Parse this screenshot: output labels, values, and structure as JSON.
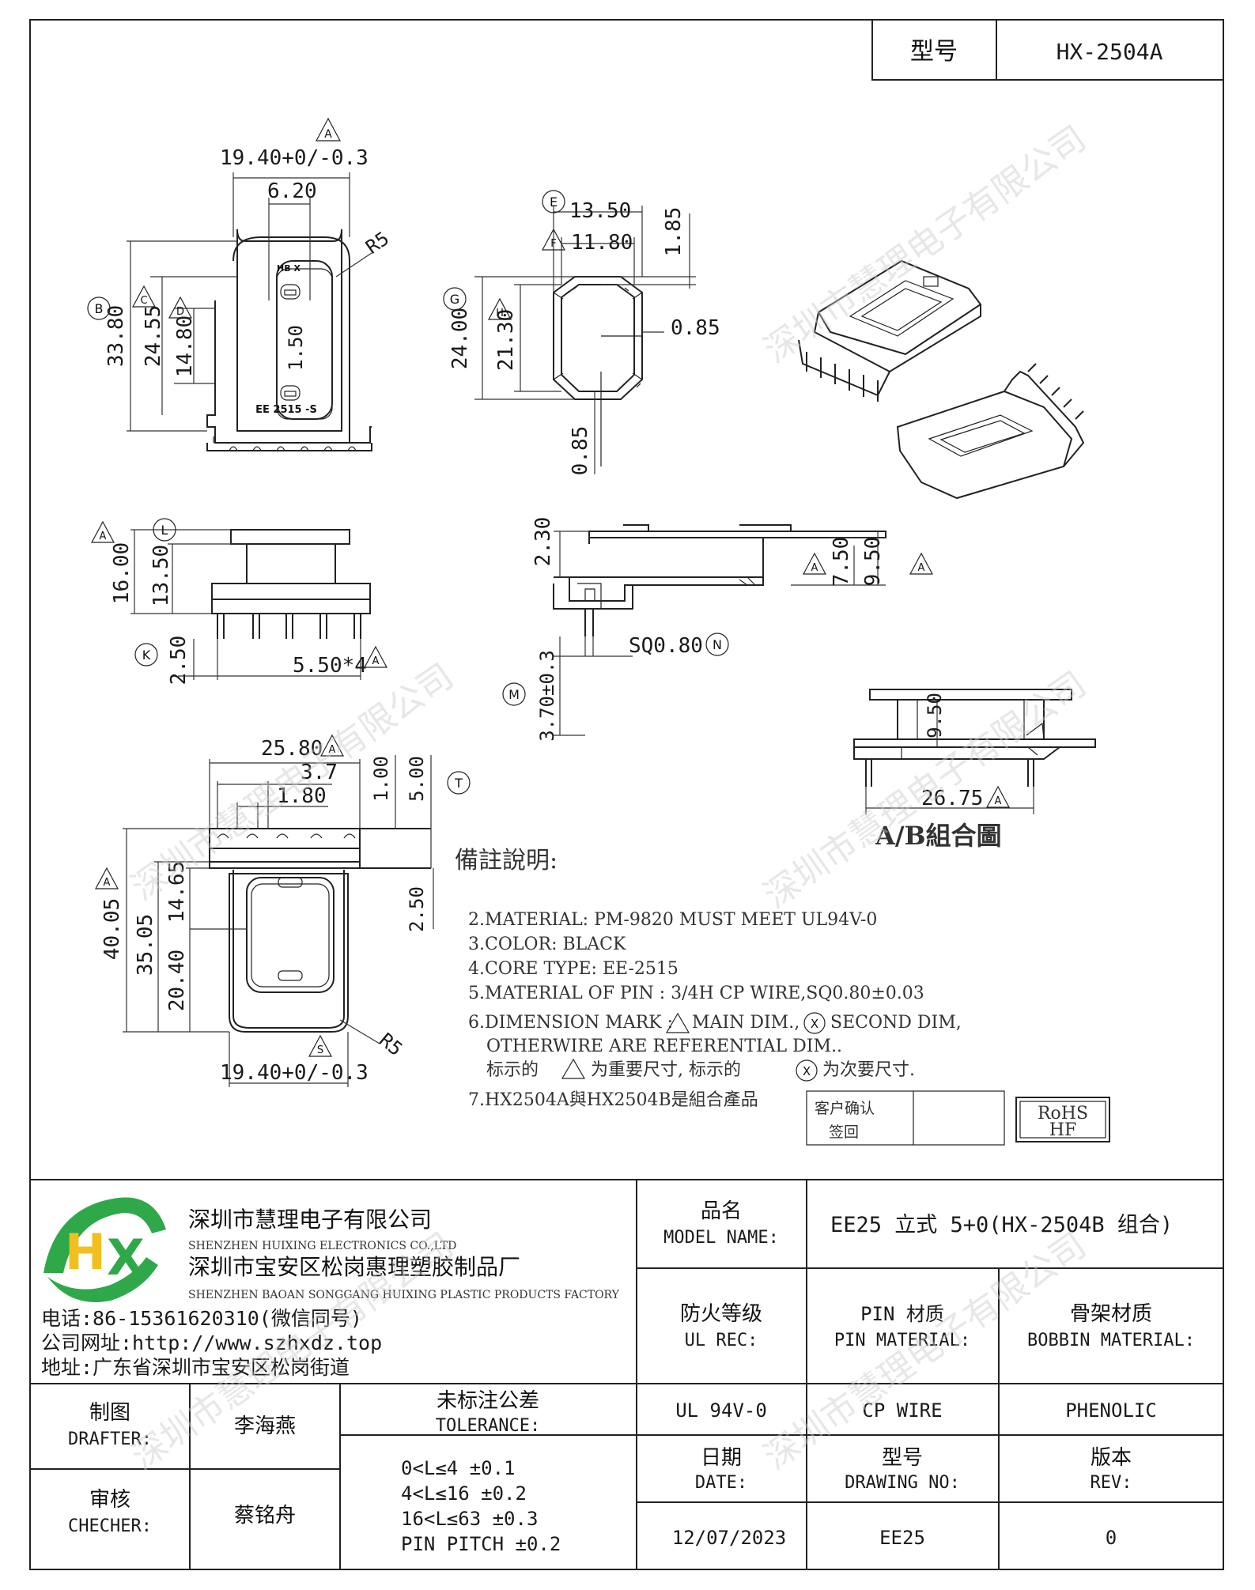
{
  "header": {
    "model_label": "型号",
    "model_value": "HX-2504A"
  },
  "dimensions": {
    "top_width": "19.40+0/-0.3",
    "top_inner": "6.20",
    "radius_top": "R5",
    "height_total": "33.80",
    "height_b": "24.55",
    "height_c": "14.80",
    "slot": "1.50",
    "marking_top": "HB X",
    "marking_bottom": "EE 2515 -S",
    "win_outer_w": "13.50",
    "win_inner_w": "11.80",
    "win_wall": "1.85",
    "win_outer_h": "24.00",
    "win_inner_h": "21.30",
    "win_flange": "0.85",
    "win_flange2": "0.85",
    "side_h": "16.00",
    "side_h2": "13.50",
    "pin_len": "2.50",
    "pin_pitch": "5.50*4",
    "sv_top": "2.30",
    "sv_h1": "7.50",
    "sv_h2": "9.50",
    "pin_sq": "SQ0.80",
    "pin_len2": "3.70±0.3",
    "bt_w": "25.80",
    "bt_pitch": "3.7",
    "bt_small": "1.80",
    "bt_v1": "1.00",
    "bt_v2": "5.00",
    "bt_h_total": "40.05",
    "bt_h2": "35.05",
    "bt_h3": "14.65",
    "bt_h4": "20.40",
    "bt_gap": "2.50",
    "bt_radius": "R5",
    "bt_bottom": "19.40+0/-0.3",
    "ab_h": "9.50",
    "ab_w": "26.75",
    "ab_title": "A/B組合圖"
  },
  "markers": {
    "B": "B",
    "C": "C",
    "E": "E",
    "G": "G",
    "K": "K",
    "M": "M",
    "N": "N",
    "T": "T",
    "X": "X",
    "S": "S",
    "H": "H",
    "A": "A",
    "L": "L",
    "D": "D",
    "F": "F"
  },
  "notes": {
    "title": "備註說明:",
    "lines": [
      "2.MATERIAL: PM-9820 MUST MEET UL94V-0",
      "3.COLOR:  BLACK",
      "4.CORE TYPE: EE-2515",
      "5.MATERIAL OF PIN : 3/4H CP WIRE,SQ0.80±0.03"
    ],
    "l6a": "6.DIMENSION MARK :",
    "l6b": "MAIN DIM.,",
    "l6c": "SECOND DIM,",
    "l6d": "OTHERWIRE ARE REFERENTIAL DIM..",
    "l6e": "标示的",
    "l6f": "为重要尺寸, 标示的",
    "l6g": "为次要尺寸.",
    "l7": "7.HX2504A與HX2504B是組合產品",
    "confirm1": "客户确认",
    "confirm2": "签回",
    "rohs": "RoHS",
    "hf": "HF"
  },
  "company": {
    "logo_h": "H",
    "logo_x": "X",
    "name1": "深圳市慧理电子有限公司",
    "name1_en": "SHENZHEN HUIXING ELECTRONICS CO.,LTD",
    "name2": "深圳市宝安区松岗惠理塑胶制品厂",
    "name2_en": "SHENZHEN BAOAN SONGGANG HUIXING PLASTIC PRODUCTS FACTORY",
    "phone": "电话:86-15361620310(微信同号)",
    "web": "公司网址:http://www.szhxdz.top",
    "addr": "地址:广东省深圳市宝安区松岗街道"
  },
  "table": {
    "model_name_cn": "品名",
    "model_name_en": "MODEL NAME:",
    "model_name_val": "EE25 立式 5+0(HX-2504B 组合)",
    "fire_cn": "防火等级",
    "fire_en": "UL REC:",
    "pin_cn": "PIN 材质",
    "pin_en": "PIN MATERIAL:",
    "bob_cn": "骨架材质",
    "bob_en": "BOBBIN MATERIAL:",
    "fire_val": "UL 94V-0",
    "pin_val": "CP WIRE",
    "bob_val": "PHENOLIC",
    "drafter_cn": "制图",
    "drafter_en": "DRAFTER:",
    "drafter_val": "李海燕",
    "checker_cn": "审核",
    "checker_en": "CHECHER:",
    "checker_val": "蔡铭舟",
    "tol_cn": "未标注公差",
    "tol_en": "TOLERANCE:",
    "tol_lines": [
      "0<L≤4  ±0.1",
      "4<L≤16 ±0.2",
      "16<L≤63 ±0.3",
      "PIN PITCH ±0.2"
    ],
    "date_cn": "日期",
    "date_en": "DATE:",
    "date_val": "12/07/2023",
    "dwg_cn": "型号",
    "dwg_en": "DRAWING NO:",
    "dwg_val": "EE25",
    "rev_cn": "版本",
    "rev_en": "REV:",
    "rev_val": "0"
  },
  "watermark": "深圳市慧理电子有限公司"
}
